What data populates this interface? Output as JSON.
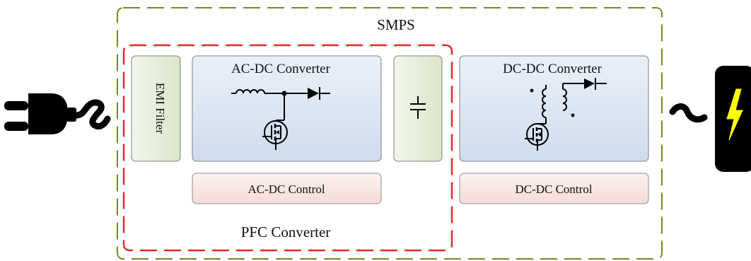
{
  "smps": {
    "label": "SMPS"
  },
  "pfc": {
    "label": "PFC Converter"
  },
  "emi_filter": {
    "label": "EMI Filter"
  },
  "ac_dc_converter": {
    "label": "AC-DC Converter"
  },
  "ac_dc_control": {
    "label": "AC-DC Control"
  },
  "dc_dc_converter": {
    "label": "DC-DC Converter"
  },
  "dc_dc_control": {
    "label": "DC-DC Control"
  },
  "colors": {
    "smps_border": "#6b8e23",
    "pfc_border": "#e8282a",
    "emi_fill": "#e3ecd6",
    "converter_fill": "#dbe6f3",
    "control_fill": "#f8e7e4",
    "bolt": "#ffff00"
  },
  "icons": [
    "ac-plug-icon",
    "inductor-icon",
    "diode-icon",
    "mosfet-icon",
    "capacitor-icon",
    "transformer-icon",
    "battery-lightning-icon"
  ]
}
